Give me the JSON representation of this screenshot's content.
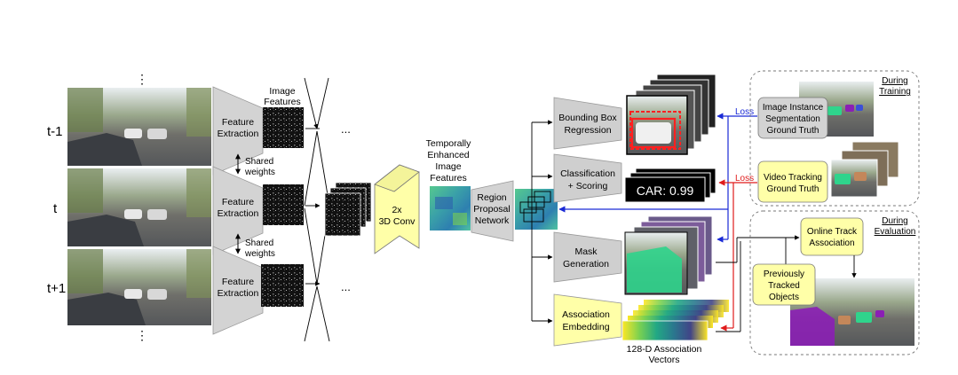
{
  "frames": {
    "labels": [
      "t-1",
      "t",
      "t+1"
    ],
    "dots": "⋮"
  },
  "feature_extraction": {
    "label_line1": "Feature",
    "label_line2": "Extraction",
    "shared_weights_line1": "Shared",
    "shared_weights_line2": "weights"
  },
  "image_features": {
    "line1": "Image",
    "line2": "Features"
  },
  "ellipsis": "...",
  "conv": {
    "line1": "2x",
    "line2": "3D Conv"
  },
  "temporal_features": {
    "line1": "Temporally",
    "line2": "Enhanced",
    "line3": "Image",
    "line4": "Features"
  },
  "rpn": {
    "line1": "Region",
    "line2": "Proposal",
    "line3": "Network"
  },
  "heads": {
    "bbox": {
      "line1": "Bounding Box",
      "line2": "Regression"
    },
    "classification": {
      "line1": "Classification",
      "line2": "+ Scoring"
    },
    "mask": {
      "line1": "Mask",
      "line2": "Generation"
    },
    "association": {
      "line1": "Association",
      "line2": "Embedding"
    }
  },
  "score_text": "CAR: 0.99",
  "vectors_label": {
    "line1": "128-D Association",
    "line2": "Vectors"
  },
  "loss_label": "Loss",
  "training": {
    "title_line1": "During",
    "title_line2": "Training",
    "gt1": {
      "line1": "Image Instance",
      "line2": "Segmentation",
      "line3": "Ground Truth"
    },
    "gt2": {
      "line1": "Video Tracking",
      "line2": "Ground Truth"
    }
  },
  "evaluation": {
    "title_line1": "During",
    "title_line2": "Evaluation",
    "online": {
      "line1": "Online Track",
      "line2": "Association"
    },
    "previous": {
      "line1": "Previously",
      "line2": "Tracked",
      "line3": "Objects"
    }
  },
  "colors": {
    "extractor_gray": "#d3d3d3",
    "head_gray": "#cfcfcf",
    "conv_yellow": "#ffffa8",
    "loss_blue": "#1a2ad6",
    "loss_red": "#e01b1b",
    "bbox_red": "#ff2020",
    "mask_green": "#2fd48c",
    "mask_purple": "#8b1fb5"
  }
}
